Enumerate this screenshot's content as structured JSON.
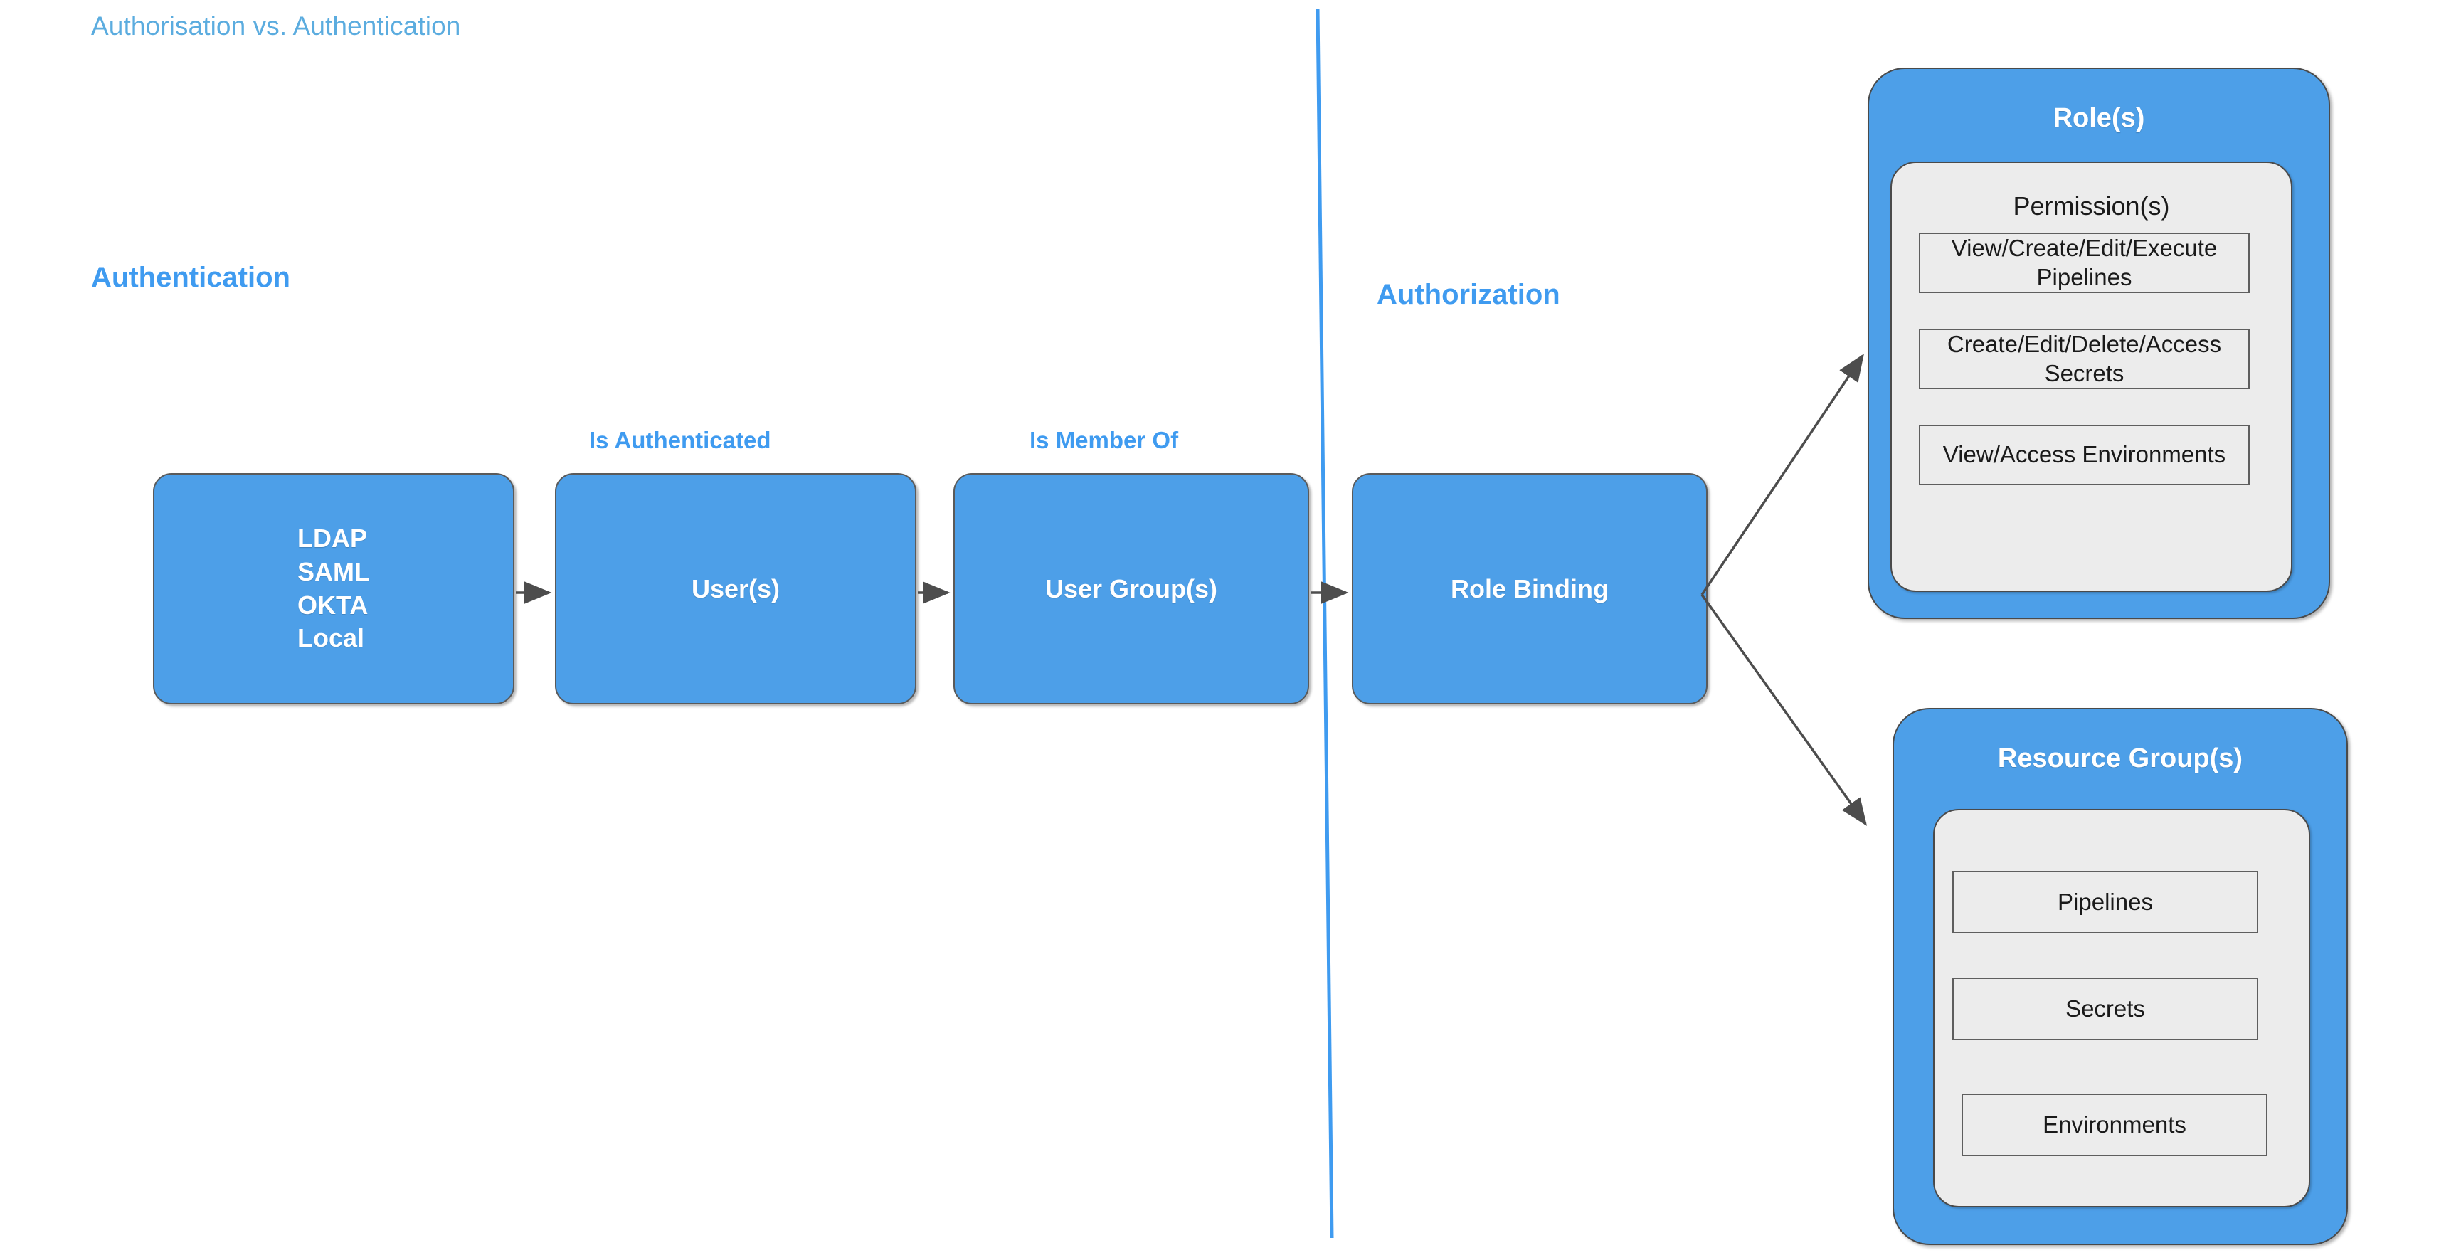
{
  "page": {
    "title": "Authorisation vs. Authentication",
    "background": "#ffffff"
  },
  "colors": {
    "title_blue": "#5bacdf",
    "label_blue": "#3f9bf0",
    "box_blue": "#4d9fe8",
    "panel_gray": "#ececec",
    "border_dark": "#4a4a4a",
    "arrow_gray": "#4d4d4d",
    "divider_blue": "#3f9bf0",
    "text_white": "#ffffff",
    "text_dark": "#1a1a1a"
  },
  "sections": {
    "authentication_label": "Authentication",
    "authorization_label": "Authorization"
  },
  "flow": {
    "steps": [
      {
        "id": "identity-providers",
        "caption": "",
        "lines": [
          "LDAP",
          "SAML",
          "OKTA",
          "Local"
        ]
      },
      {
        "id": "users",
        "caption": "Is Authenticated",
        "lines": [
          "User(s)"
        ]
      },
      {
        "id": "user-groups",
        "caption": "Is Member Of",
        "lines": [
          "User Group(s)"
        ]
      },
      {
        "id": "role-binding",
        "caption": "",
        "lines": [
          "Role Binding"
        ]
      }
    ]
  },
  "panels": {
    "roles": {
      "title": "Role(s)",
      "inner_title": "Permission(s)",
      "items": [
        "View/Create/Edit/Execute Pipelines",
        "Create/Edit/Delete/Access Secrets",
        "View/Access Environments"
      ]
    },
    "resource_groups": {
      "title": "Resource Group(s)",
      "inner_title": "",
      "items": [
        "Pipelines",
        "Secrets",
        "Environments"
      ]
    }
  },
  "icons": {
    "arrow_right": "arrow-right-icon",
    "divider": "vertical-divider-icon"
  }
}
